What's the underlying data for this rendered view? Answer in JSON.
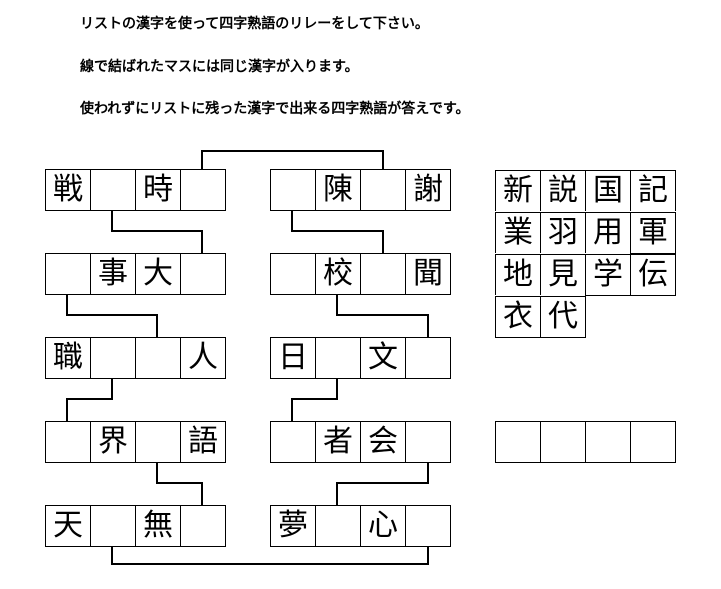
{
  "instructions": [
    "リストの漢字を使って四字熟語のリレーをして下さい。",
    "線で結ばれたマスには同じ漢字が入ります。",
    "使われずにリストに残った漢字で出来る四字熟語が答えです。"
  ],
  "left_column": [
    [
      "戦",
      "",
      "時",
      ""
    ],
    [
      "",
      "事",
      "大",
      ""
    ],
    [
      "職",
      "",
      "",
      "人"
    ],
    [
      "",
      "界",
      "",
      "語"
    ],
    [
      "天",
      "",
      "無",
      ""
    ]
  ],
  "right_column": [
    [
      "",
      "陳",
      "",
      "謝"
    ],
    [
      "",
      "校",
      "",
      "聞"
    ],
    [
      "日",
      "",
      "文",
      ""
    ],
    [
      "",
      "者",
      "会",
      ""
    ],
    [
      "夢",
      "",
      "心",
      ""
    ]
  ],
  "kanji_list": [
    "新",
    "説",
    "国",
    "記",
    "業",
    "羽",
    "用",
    "軍",
    "地",
    "見",
    "学",
    "伝",
    "衣",
    "代"
  ],
  "answer": [
    "",
    "",
    "",
    ""
  ]
}
